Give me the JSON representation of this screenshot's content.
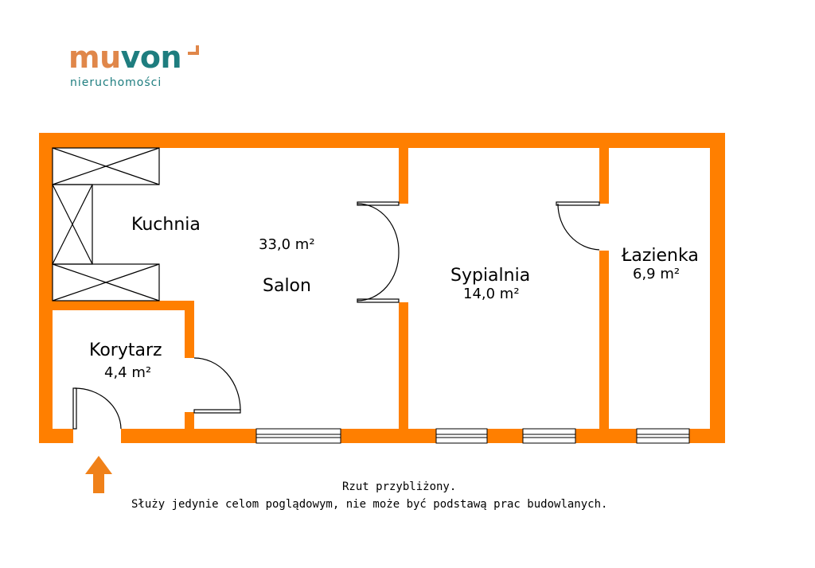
{
  "logo": {
    "wordmark_part1": "mu",
    "wordmark_part2": "von",
    "tagline": "nieruchomości",
    "colors": {
      "orange": "#e0874a",
      "teal": "#1e7d7f"
    }
  },
  "plan": {
    "wall_color": "#ff7f00",
    "rooms": [
      {
        "id": "kuchnia",
        "name": "Kuchnia",
        "area": ""
      },
      {
        "id": "salon",
        "name": "Salon",
        "area": "33,0 m²"
      },
      {
        "id": "sypialnia",
        "name": "Sypialnia",
        "area": "14,0 m²"
      },
      {
        "id": "lazienka",
        "name": "Łazienka",
        "area": "6,9 m²"
      },
      {
        "id": "korytarz",
        "name": "Korytarz",
        "area": "4,4 m²"
      }
    ],
    "entrance_icon": "up-arrow-icon"
  },
  "disclaimer": {
    "line1": "Rzut przybliżony.",
    "line2": "Służy jedynie celom poglądowym, nie może być podstawą prac budowlanych."
  }
}
